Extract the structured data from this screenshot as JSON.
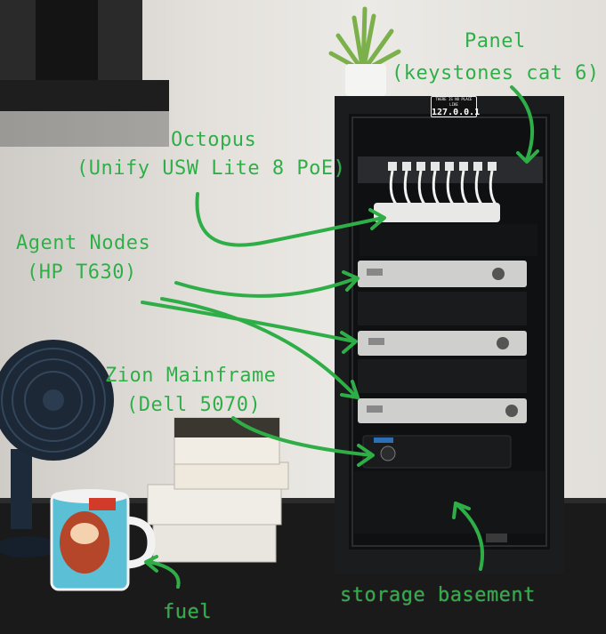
{
  "annotations": {
    "panel": [
      "Panel",
      "(keystones cat 6)"
    ],
    "octopus": [
      "Octopus",
      "(Unify USW Lite 8 PoE)"
    ],
    "agent_nodes": [
      "Agent Nodes",
      "(HP T630)"
    ],
    "zion": [
      "Zion Mainframe",
      "(Dell 5070)"
    ],
    "fuel": "fuel",
    "storage": "storage basement"
  },
  "rack_sticker": {
    "small_text": "THERE IS NO PLACE LIKE",
    "ip": "127.0.0.1"
  },
  "colors": {
    "annotation": "#2fae48",
    "rack": "#1b1c1e",
    "wall": "#e4e1dc",
    "desk": "#1a1a1a"
  }
}
